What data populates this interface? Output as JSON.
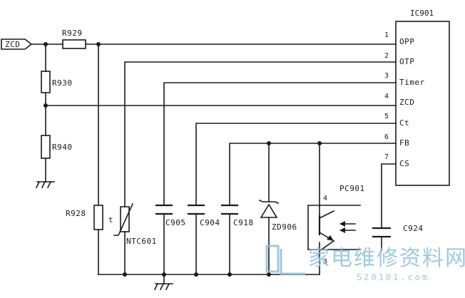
{
  "ic": {
    "ref": "IC901",
    "pins": [
      {
        "num": "1",
        "name": "OPP"
      },
      {
        "num": "2",
        "name": "OTP"
      },
      {
        "num": "3",
        "name": "Timer"
      },
      {
        "num": "4",
        "name": "ZCD"
      },
      {
        "num": "5",
        "name": "Ct"
      },
      {
        "num": "6",
        "name": "FB"
      },
      {
        "num": "7",
        "name": "CS"
      }
    ]
  },
  "input_port": "ZCD",
  "resistors": {
    "r929": "R929",
    "r930": "R930",
    "r940": "R940",
    "r928": "R928"
  },
  "thermistor": {
    "ref": "NTC601",
    "mark": "t"
  },
  "capacitors": {
    "c905": "C905",
    "c904": "C904",
    "c918": "C918",
    "c924": "C924"
  },
  "zener": "ZD906",
  "optocoupler": {
    "ref": "PC901",
    "pin4": "4",
    "pin3": "3"
  },
  "watermark": {
    "logo_text": "家电维修资料网",
    "url": "520101.com"
  }
}
